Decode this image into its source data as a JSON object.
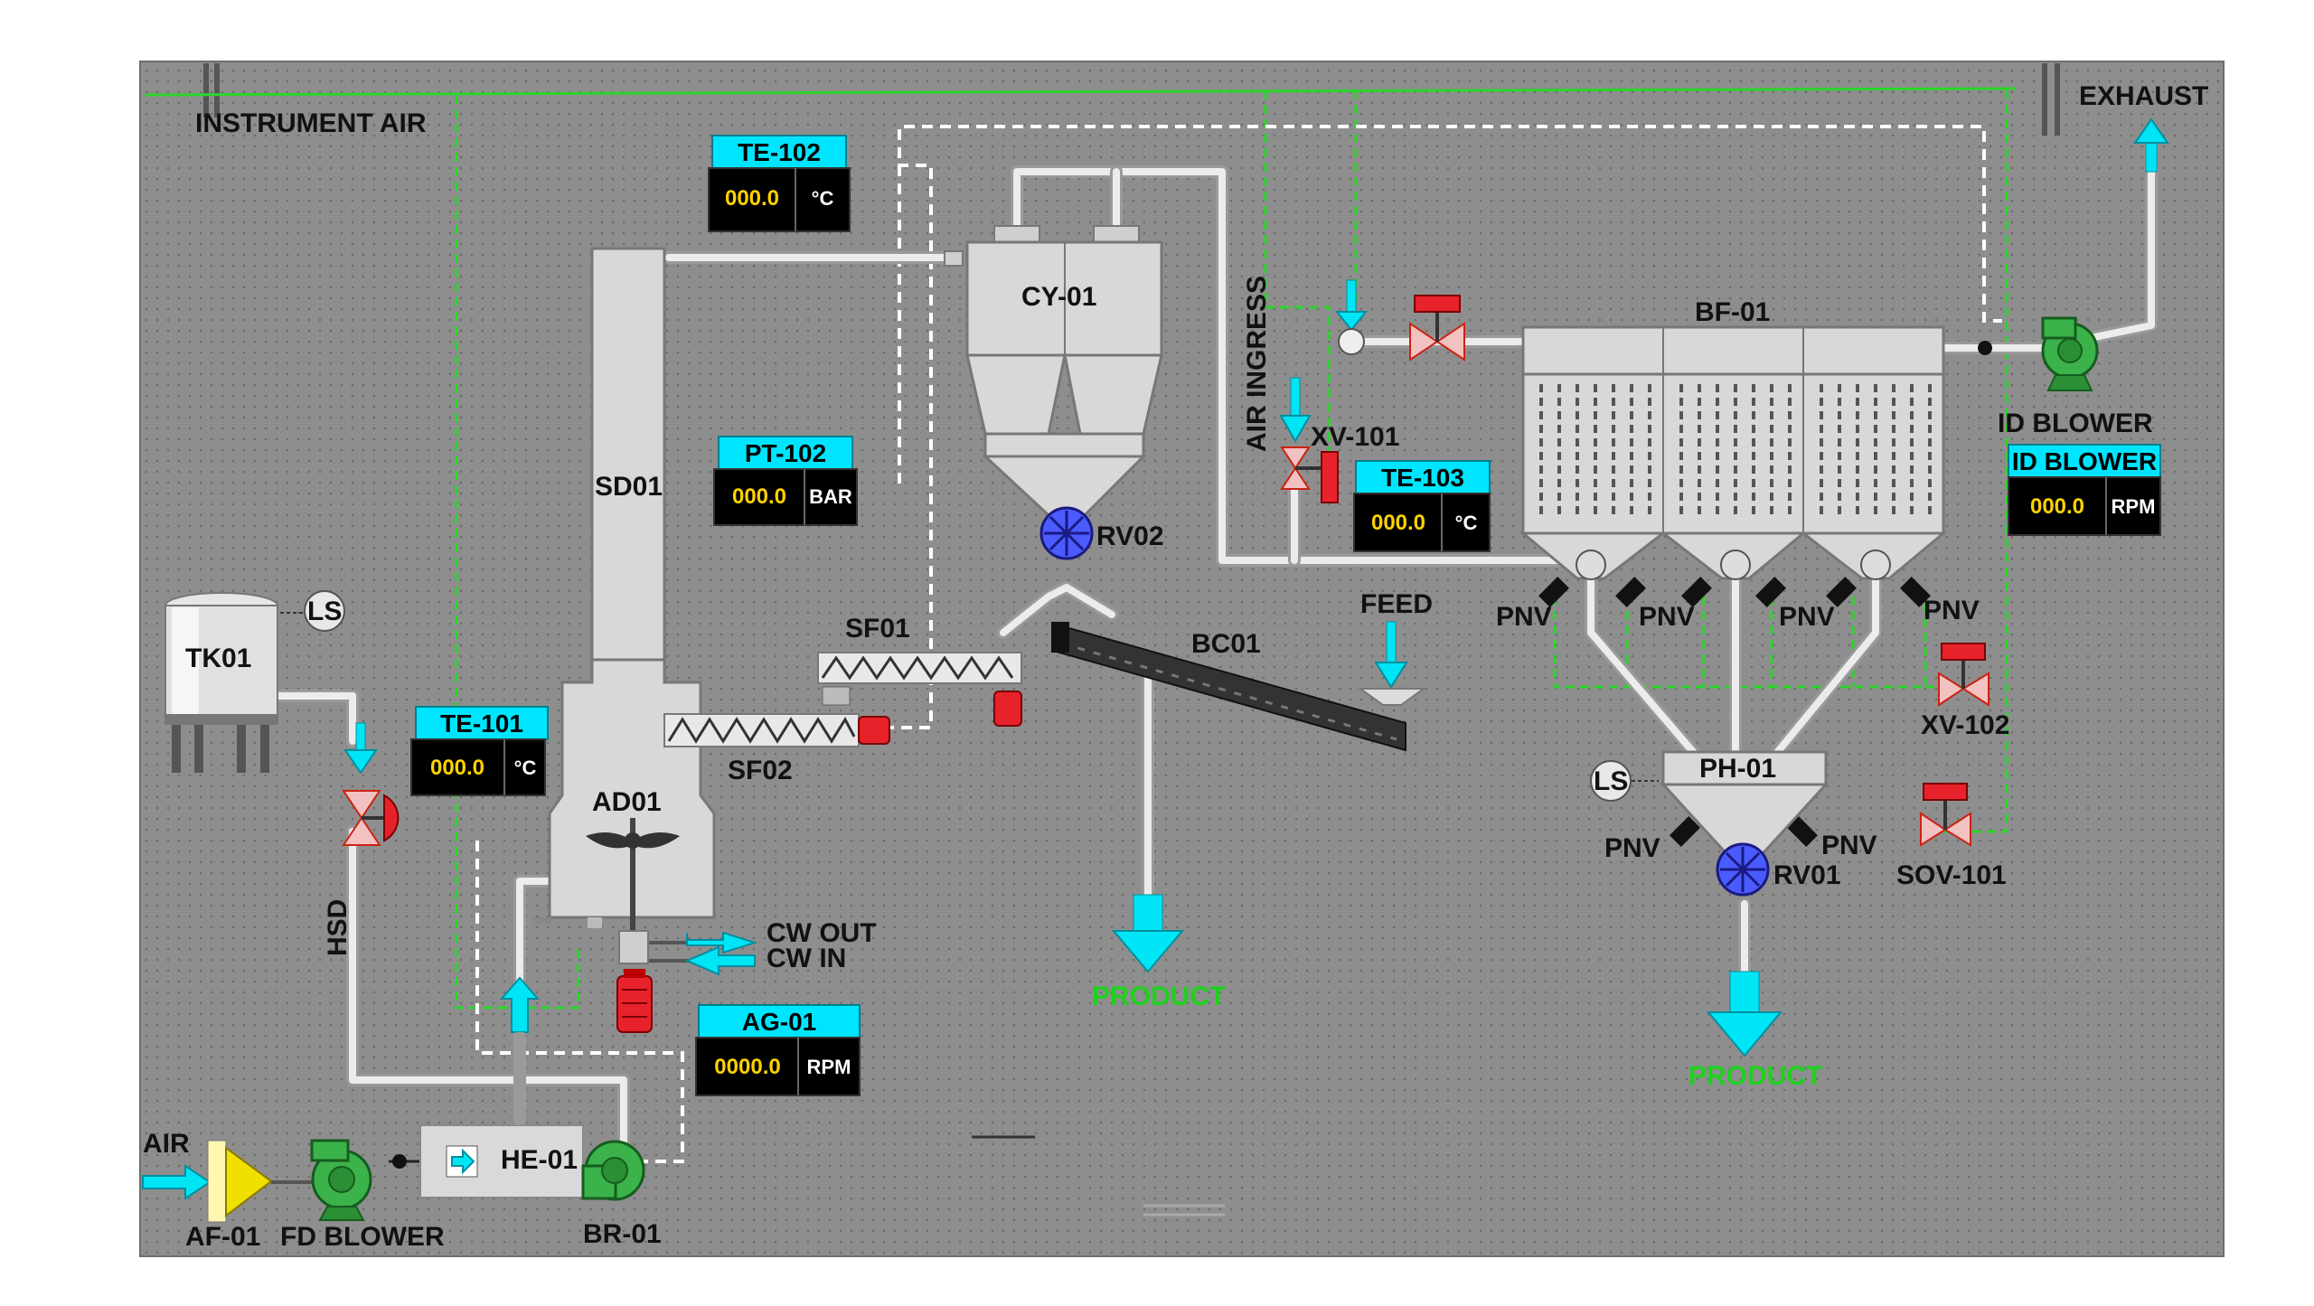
{
  "colors": {
    "background": "#8c8c8c",
    "tag_header": "#00e5ff",
    "tag_body": "#000000",
    "value": "#ffd200",
    "signal_line": "#2bd52b",
    "flow_arrow": "#00e5f5",
    "valve_red": "#e8222a",
    "blower_green": "#3cb24a",
    "product_label": "#1fd11f"
  },
  "labels": {
    "instrument_air": "INSTRUMENT AIR",
    "exhaust": "EXHAUST",
    "air_ingress": "AIR INGRESS",
    "sd01": "SD01",
    "cy01": "CY-01",
    "bf01": "BF-01",
    "tk01": "TK01",
    "ad01": "AD01",
    "ph01": "PH-01",
    "he01": "HE-01",
    "br01": "BR-01",
    "af01": "AF-01",
    "fd_blower": "FD BLOWER",
    "id_blower": "ID BLOWER",
    "air": "AIR",
    "hsd": "HSD",
    "ls": "LS",
    "sf01": "SF01",
    "sf02": "SF02",
    "bc01": "BC01",
    "feed": "FEED",
    "rv01": "RV01",
    "rv02": "RV02",
    "xv101": "XV-101",
    "xv102": "XV-102",
    "sov101": "SOV-101",
    "pnv": "PNV",
    "cw_out": "CW OUT",
    "cw_in": "CW IN",
    "product": "PRODUCT"
  },
  "tags": {
    "te102": {
      "title": "TE-102",
      "value": "000.0",
      "unit": "°C"
    },
    "pt102": {
      "title": "PT-102",
      "value": "000.0",
      "unit": "BAR"
    },
    "te101": {
      "title": "TE-101",
      "value": "000.0",
      "unit": "°C"
    },
    "ag01": {
      "title": "AG-01",
      "value": "0000.0",
      "unit": "RPM"
    },
    "te103": {
      "title": "TE-103",
      "value": "000.0",
      "unit": "°C"
    },
    "id_blower": {
      "title": "ID BLOWER",
      "value": "000.0",
      "unit": "RPM"
    }
  },
  "icons": {
    "valve": "gate-valve-icon",
    "blower": "centrifugal-blower-icon",
    "motor": "motor-icon",
    "rotary_valve": "rotary-valve-icon",
    "pnv": "pinch-valve-icon",
    "agitator": "agitator-icon",
    "filter": "air-filter-icon",
    "screw": "screw-feeder-icon"
  }
}
